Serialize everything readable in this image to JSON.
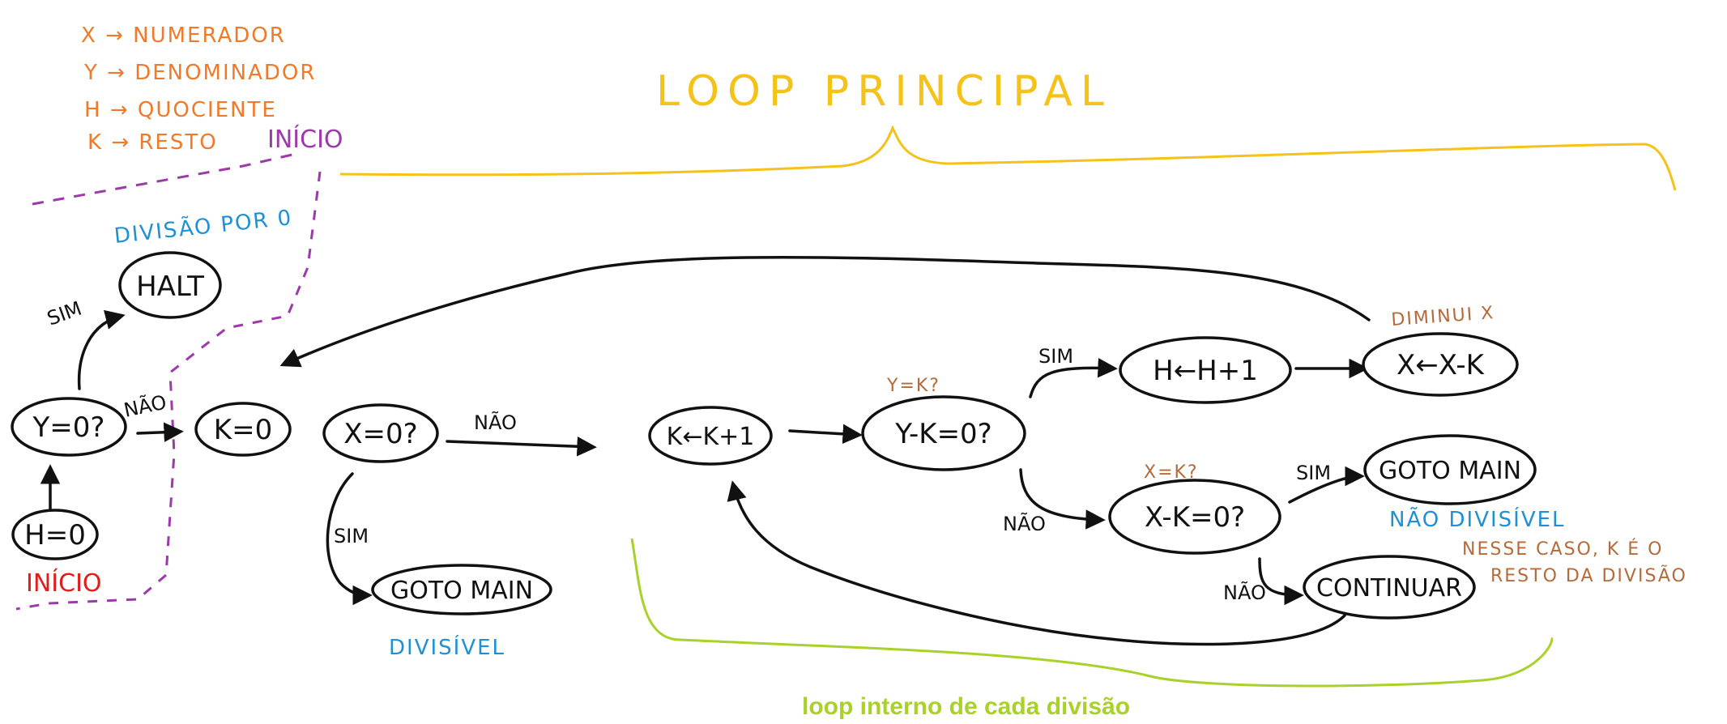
{
  "legend": {
    "x": "X → NUMERADOR",
    "y": "Y → DENOMINADOR",
    "h": "H → QUOCIENTE",
    "k": "K → RESTO"
  },
  "titles": {
    "main_loop": "LOOP PRINCIPAL",
    "inner_loop": "loop interno de cada divisão",
    "inicio_top": "INÍCIO",
    "inicio_bottom": "INÍCIO"
  },
  "nodes": {
    "h0": "H=0",
    "y0": "Y=0?",
    "halt": "HALT",
    "k0": "K=0",
    "x0": "X=0?",
    "goto_main_1": "GOTO MAIN",
    "k_inc": "K←K+1",
    "y_minus_k": "Y-K=0?",
    "h_inc": "H←H+1",
    "x_dec": "X←X-K",
    "x_minus_k": "X-K=0?",
    "goto_main_2": "GOTO MAIN",
    "continuar": "CONTINUAR"
  },
  "edge_labels": {
    "y0_sim": "SIM",
    "y0_nao": "NÃO",
    "x0_sim": "SIM",
    "x0_nao": "NÃO",
    "yk_sim": "SIM",
    "yk_nao": "NÃO",
    "xk_sim": "SIM",
    "xk_nao": "NÃO"
  },
  "annotations": {
    "divisao_por_0": "DIVISÃO POR 0",
    "divisivel": "DIVISÍVEL",
    "nao_divisivel": "NÃO DIVISÍVEL",
    "diminui_x": "DIMINUI X",
    "y_eq_k": "Y=K?",
    "x_eq_k": "X=K?",
    "resto_line1": "NESSE CASO, K É O",
    "resto_line2": "RESTO DA DIVISÃO"
  },
  "colors": {
    "legend": "#f07a2a",
    "blue": "#1e90d6",
    "brown": "#b56a3a",
    "purple": "#9b3aa8",
    "red": "#e21b1b",
    "yellow": "#f5c21a",
    "green": "#a8d22a"
  }
}
